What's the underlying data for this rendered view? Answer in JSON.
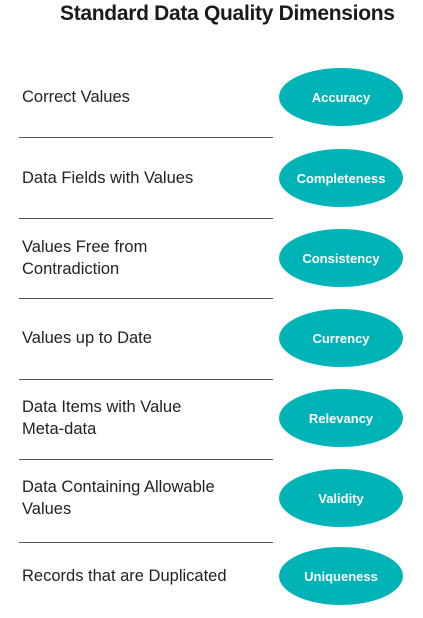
{
  "title": "Standard Data Quality Dimensions",
  "colors": {
    "pill": "#00b3b7",
    "text": "#222222",
    "divider": "#555555"
  },
  "rows": [
    {
      "description": "Correct Values",
      "dimension": "Accuracy"
    },
    {
      "description": "Data Fields with Values",
      "dimension": "Completeness"
    },
    {
      "description": "Values Free from\nContradiction",
      "dimension": "Consistency"
    },
    {
      "description": "Values up to Date",
      "dimension": "Currency"
    },
    {
      "description": "Data Items with Value\nMeta-data",
      "dimension": "Relevancy"
    },
    {
      "description": "Data Containing Allowable\nValues",
      "dimension": "Validity"
    },
    {
      "description": "Records that are Duplicated",
      "dimension": "Uniqueness"
    }
  ]
}
